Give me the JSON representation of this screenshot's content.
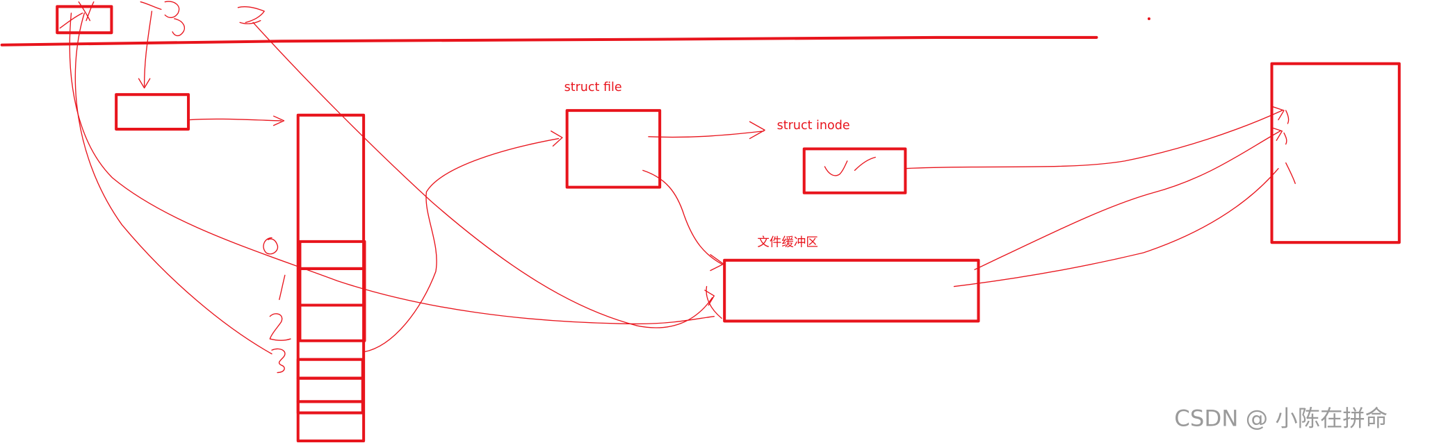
{
  "labels": {
    "struct_file": "struct file",
    "struct_inode": "struct inode",
    "file_buffer": "文件缓冲区"
  },
  "watermark": "CSDN @ 小陈在拼命",
  "colors": {
    "ink": "#e8141c",
    "watermark": "#9a9a9a",
    "background": "#ffffff"
  }
}
